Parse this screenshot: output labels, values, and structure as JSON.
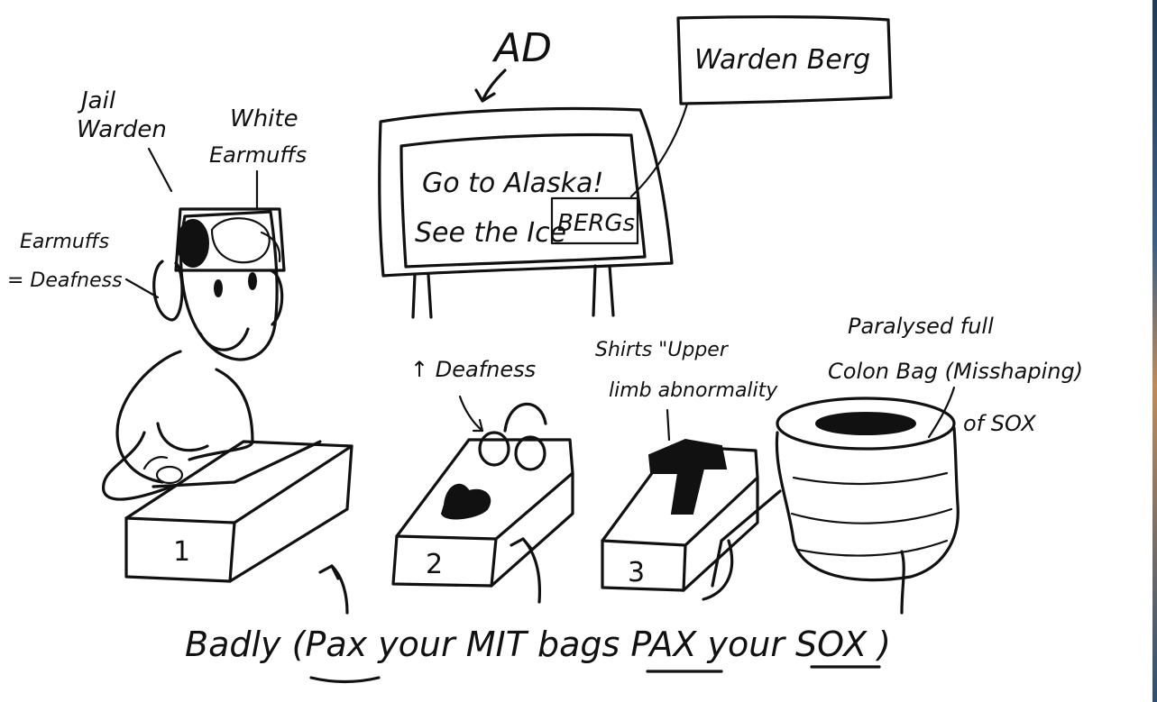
{
  "labels": {
    "jail_warden": [
      "Jail",
      "Warden"
    ],
    "white_earmuffs": [
      "White",
      "Earmuffs"
    ],
    "earmuffs_deafness": [
      "Earmuffs",
      "= Deafness"
    ],
    "ad": "AD",
    "warden_berg": "Warden Berg",
    "billboard_line1": "Go to Alaska!",
    "billboard_line2": "See the Ice",
    "bergs_box": "BERGs",
    "deafness_up": "↑ Deafness",
    "shirts_upper": [
      "Shirts \"Upper",
      "limb abnormality"
    ],
    "paralysed": [
      "Paralysed full",
      "Colon Bag (Misshaping)",
      "of SOX"
    ],
    "box1": "1",
    "box2": "2",
    "box3": "3",
    "bottom_caption": "Badly (Pax your MIT bags PAX your SOX )"
  },
  "colors": {
    "ink": "#111111",
    "background": "#ffffff"
  }
}
